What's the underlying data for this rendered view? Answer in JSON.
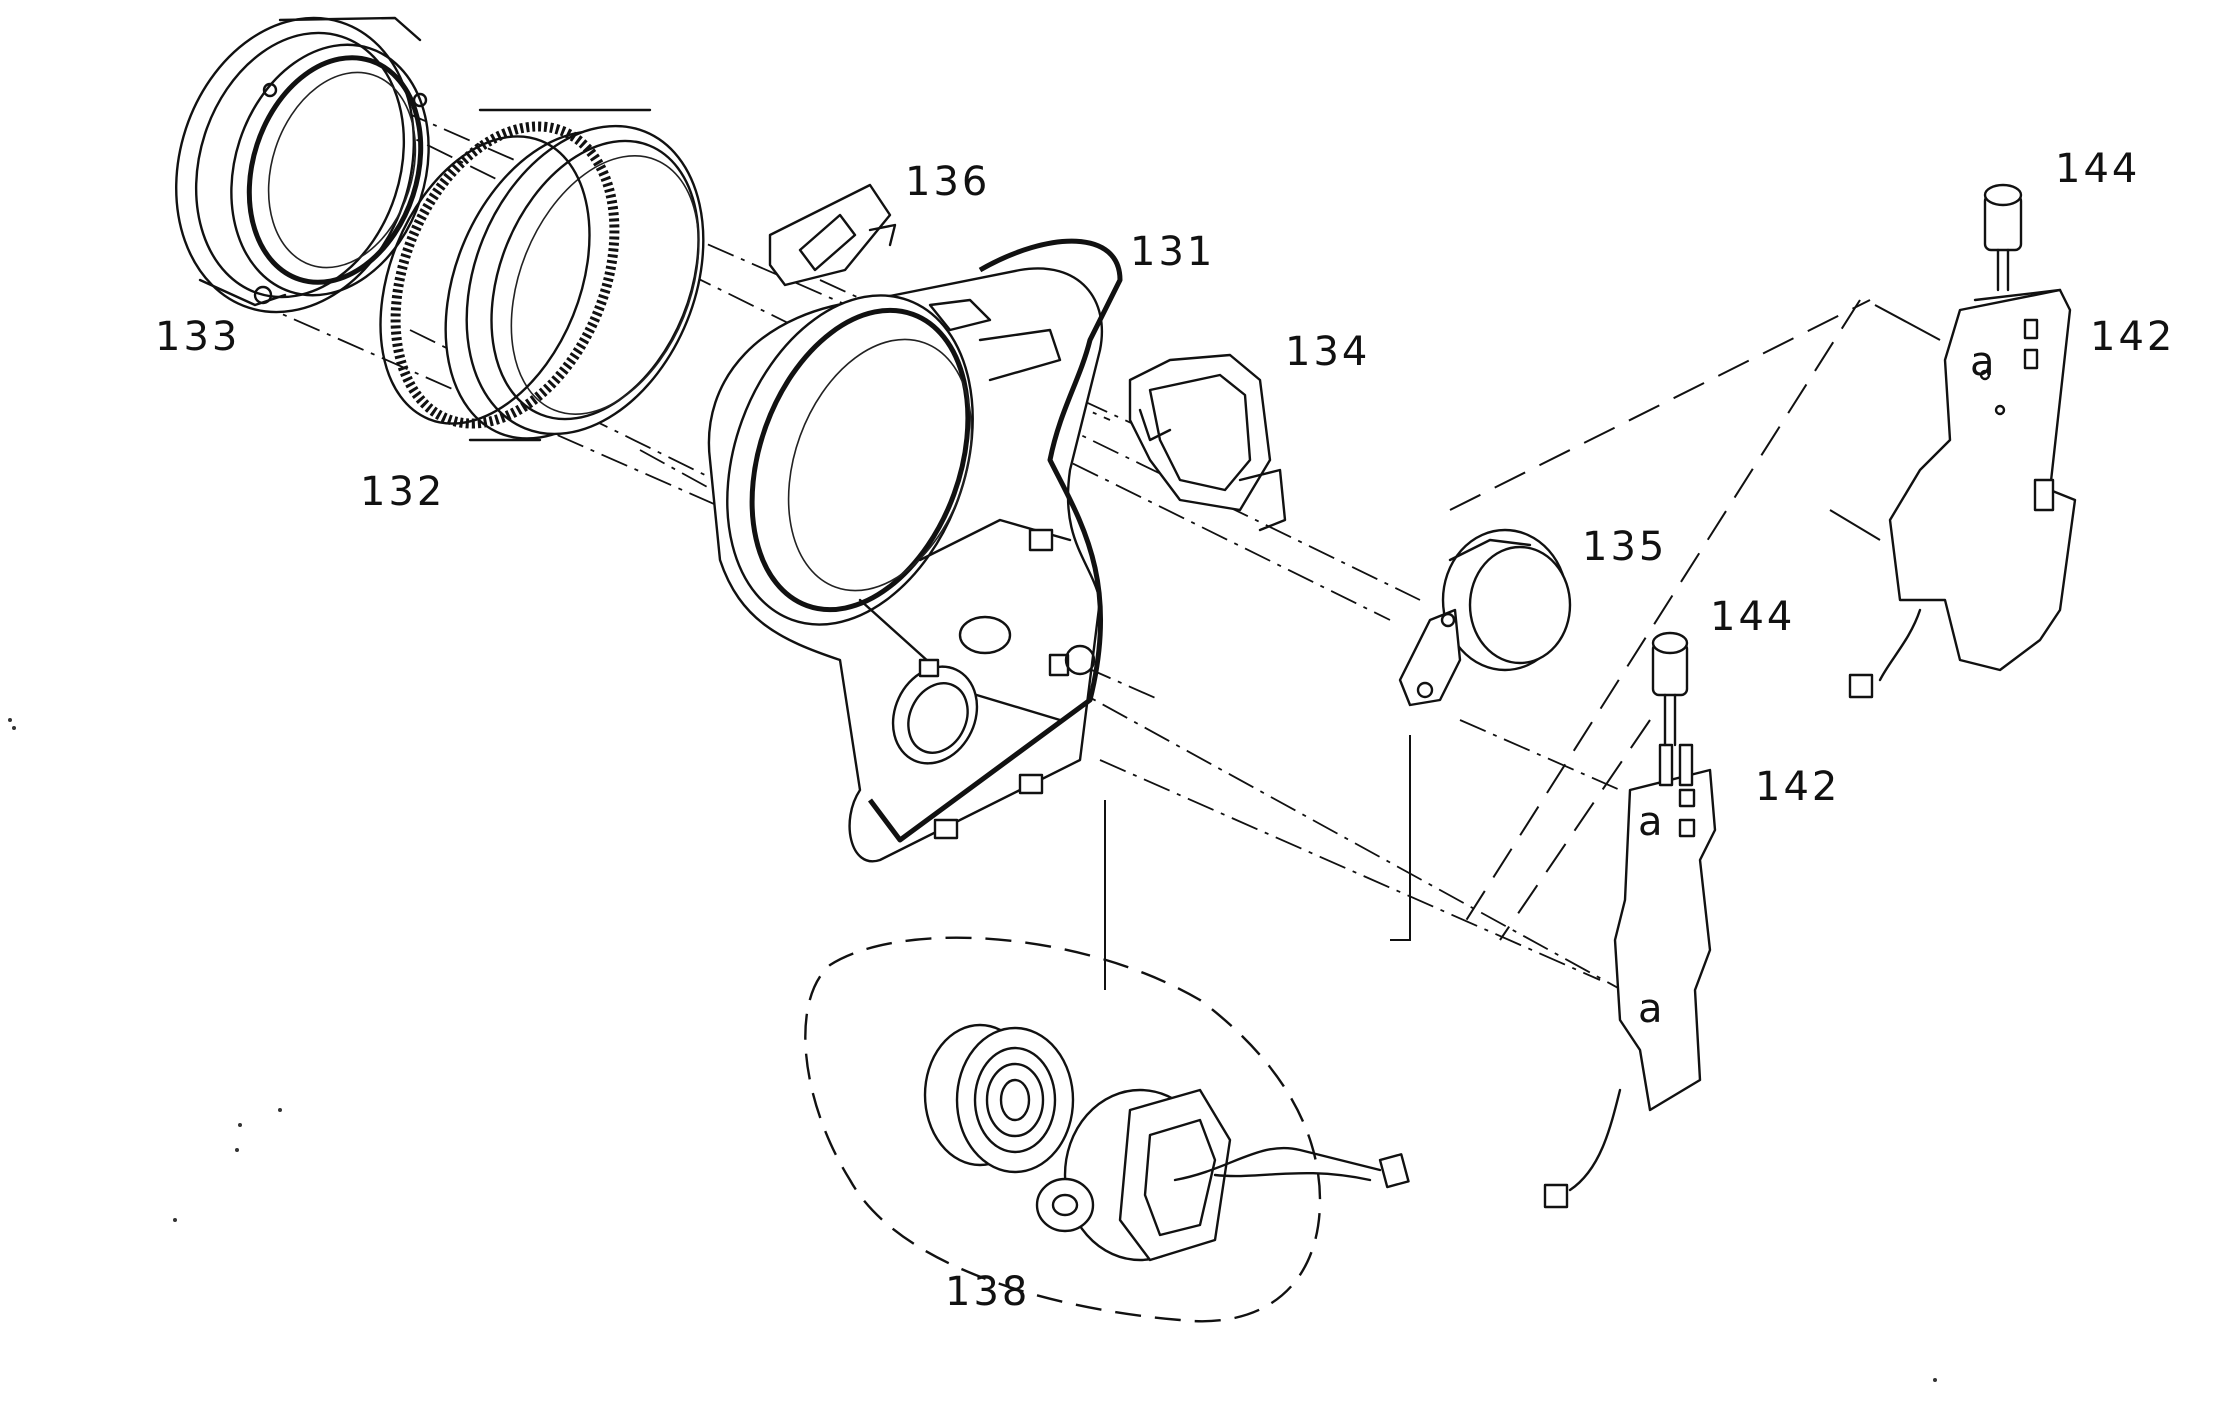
{
  "diagram": {
    "callouts": {
      "p131": "131",
      "p132": "132",
      "p133": "133",
      "p134": "134",
      "p135": "135",
      "p136": "136",
      "p138": "138",
      "p142_upper": "142",
      "p142_lower": "142",
      "p144_upper": "144",
      "p144_lower": "144"
    },
    "pcb_marks": {
      "upper": "a",
      "lower_top": "a",
      "lower_bottom": "a"
    }
  }
}
